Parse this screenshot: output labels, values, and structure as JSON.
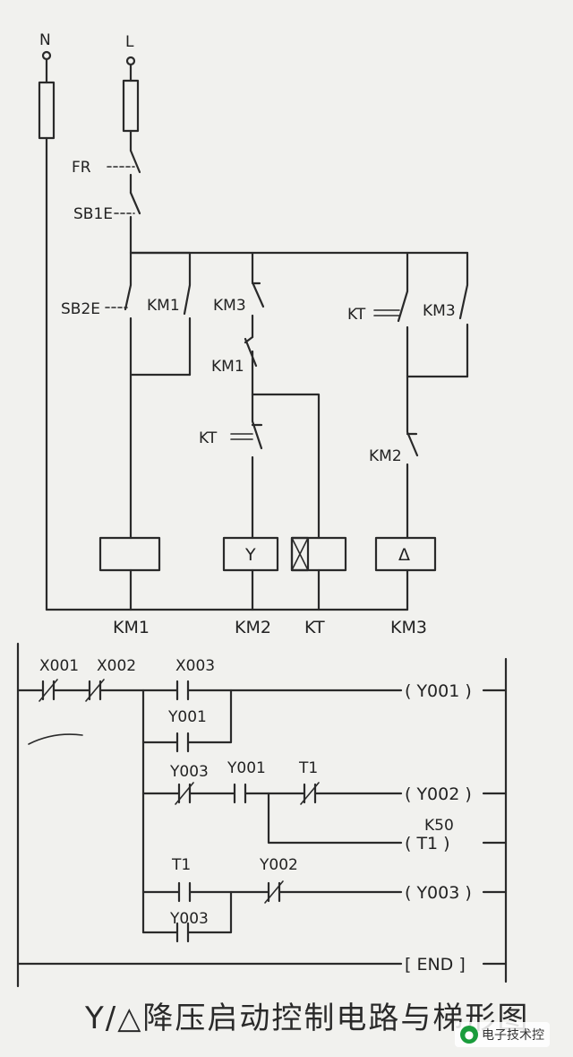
{
  "circuit": {
    "neutral_label": "N",
    "line_label": "L",
    "fr_label": "FR",
    "sb1_label": "SB1E",
    "sb2_label": "SB2E",
    "km1_contact_label": "KM1",
    "km3_contact_label": "KM3",
    "km1_contact2_label": "KM1",
    "kt_contact_label": "KT",
    "kt_contact2_label": "KT",
    "km3_contact2_label": "KM3",
    "km2_contact_label": "KM2",
    "y_coil_text": "Y",
    "delta_coil_text": "Δ",
    "coil_km1_label": "KM1",
    "coil_km2_label": "KM2",
    "coil_kt_label": "KT",
    "coil_km3_label": "KM3"
  },
  "ladder": {
    "x001": "X001",
    "x002": "X002",
    "x003": "X003",
    "y001_seal": "Y001",
    "y003_nc": "Y003",
    "y001_no": "Y001",
    "t1_nc": "T1",
    "out_y001": "( Y001 )",
    "out_y002": "( Y002 )",
    "timer_k": "K50",
    "out_t1": "( T1 )",
    "t1_no": "T1",
    "y002_nc": "Y002",
    "y003_seal": "Y003",
    "out_y003": "( Y003 )",
    "end": "[ END ]"
  },
  "title": "Y/△降压启动控制电路与梯形图",
  "watermark": "电子技术控"
}
